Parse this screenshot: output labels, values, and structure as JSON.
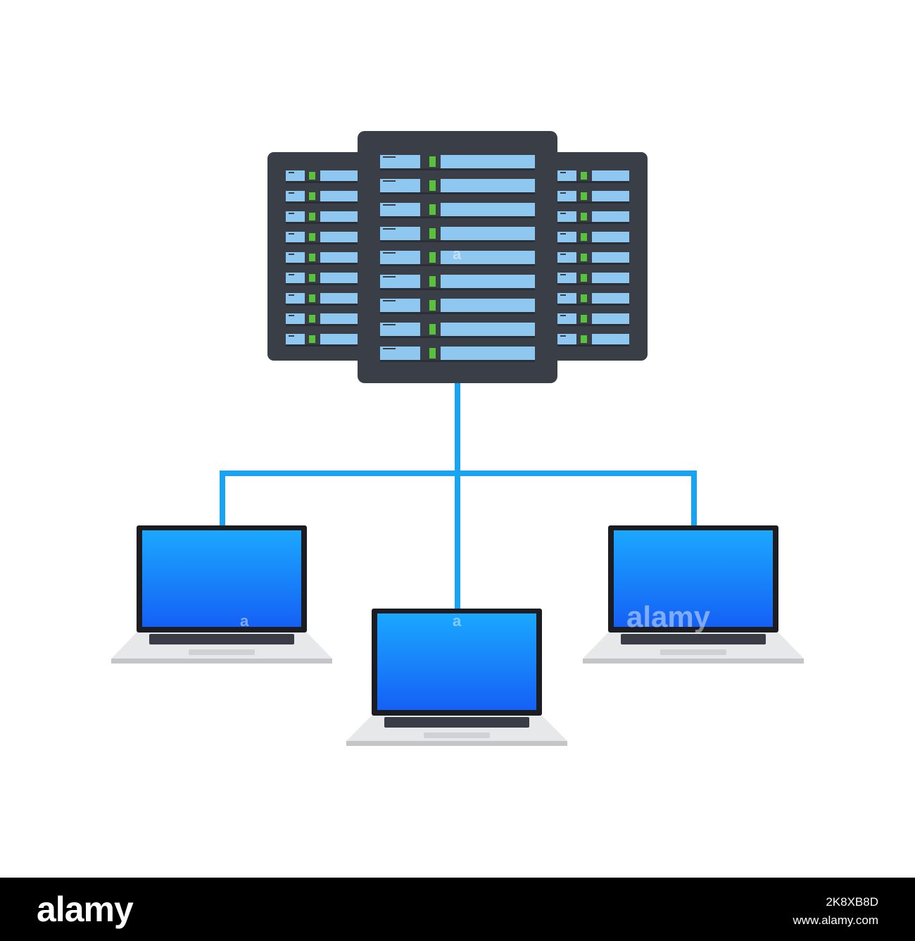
{
  "colors": {
    "rack_body": "#3a3e46",
    "drive_bay": "#8ec7f0",
    "led": "#57c23a",
    "connector": "#1aa3f0",
    "screen_top": "#1ba8ff",
    "screen_bottom": "#1560f5",
    "laptop_base": "#e7e8ea",
    "laptop_frame": "#1b1d22"
  },
  "nodes": {
    "server": "server-rack-icon",
    "clients": [
      "laptop-icon",
      "laptop-icon",
      "laptop-icon"
    ]
  },
  "watermark": {
    "brand": "alamy",
    "letter": "a"
  },
  "footer": {
    "brand": "alamy",
    "image_id": "2K8XB8D",
    "site": "www.alamy.com"
  }
}
